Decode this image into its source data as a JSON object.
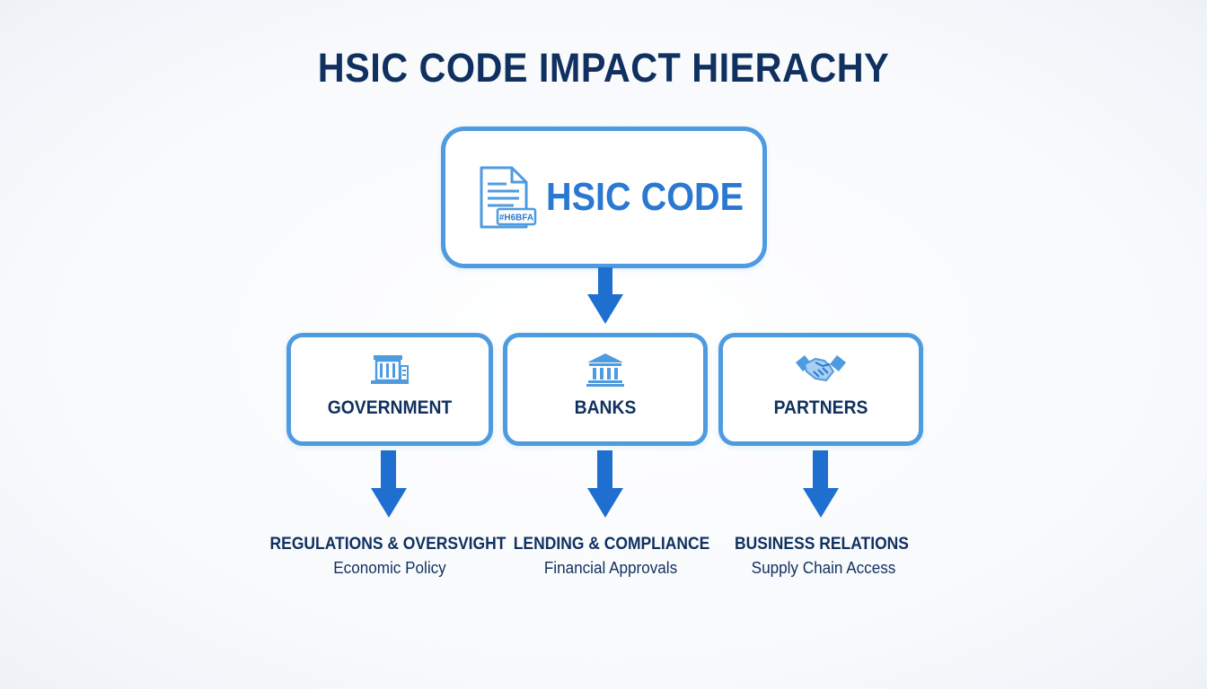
{
  "title": "HSIC CODE IMPACT HIERACHY",
  "root": {
    "label": "HSIC CODE",
    "icon": "document-code-icon",
    "icon_tag": "#H6BFA"
  },
  "nodes": [
    {
      "label": "GOVERNMENT",
      "icon": "government-building-icon",
      "outcome_title": "REGULATIONS & OVERSVIGHT",
      "outcome_sub": "Economic Policy"
    },
    {
      "label": "BANKS",
      "icon": "bank-icon",
      "outcome_title": "LENDING & COMPLIANCE",
      "outcome_sub": "Financial Approvals"
    },
    {
      "label": "PARTNERS",
      "icon": "handshake-icon",
      "outcome_title": "BUSINESS RELATIONS",
      "outcome_sub": "Supply Chain Access"
    }
  ],
  "colors": {
    "title": "#10305f",
    "box_border": "#4f9be0",
    "accent": "#2a78d2",
    "arrow": "#1f6fd1"
  }
}
